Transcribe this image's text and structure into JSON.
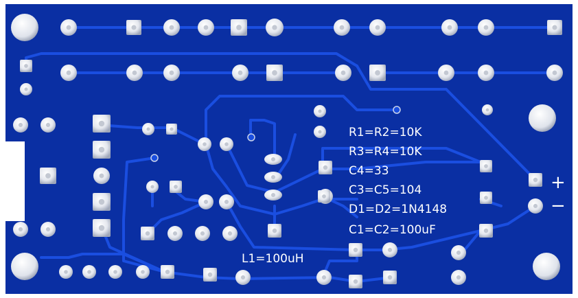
{
  "board": {
    "colors": {
      "substrate": "#0a2fa3",
      "copper": "#1a4ee0",
      "silkscreen": "#ffffff",
      "pad_ring": "#e9ecf3",
      "pad_shadow": "#9aa3b8",
      "hole": "#c3c8d2"
    },
    "component_values": [
      "R1=R2=10K",
      "R3=R4=10K",
      "C4=33",
      "C3=C5=104",
      "D1=D2=1N4148",
      "C1=C2=100uF"
    ],
    "inductor_value": "L1=100uH",
    "power_plus": "+",
    "power_minus": "−"
  }
}
